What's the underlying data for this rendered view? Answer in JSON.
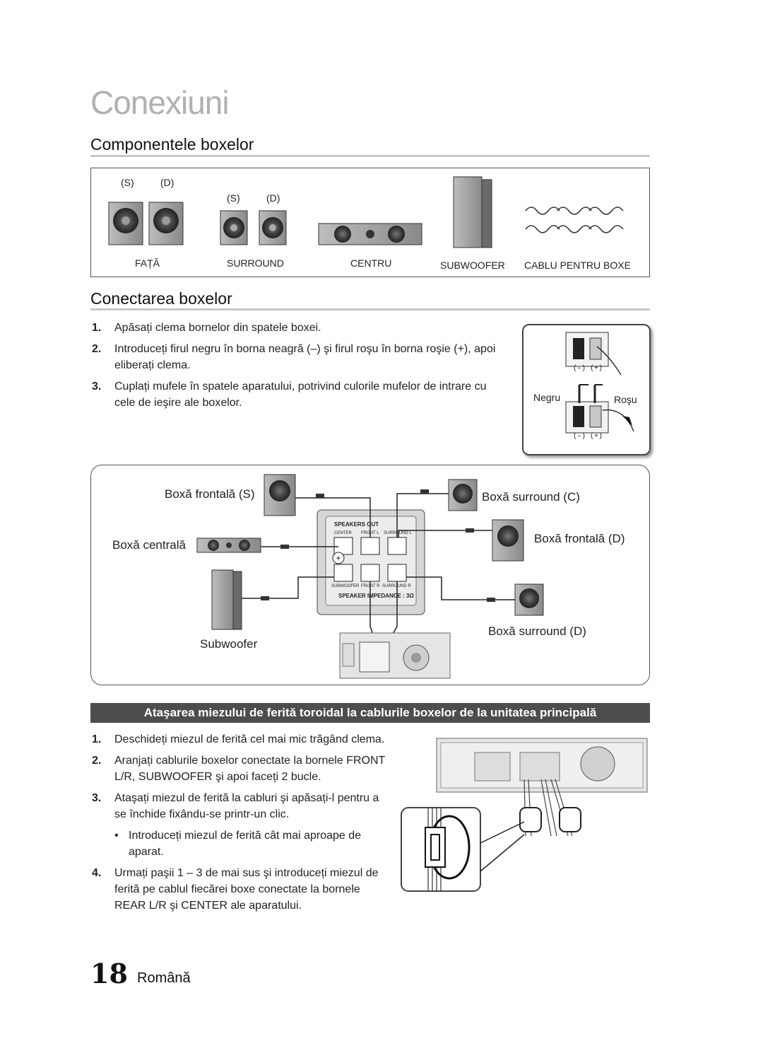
{
  "page": {
    "title": "Conexiuni",
    "page_number": "18",
    "language": "Română"
  },
  "components_section": {
    "title": "Componentele boxelor",
    "front": {
      "left": "(S)",
      "right": "(D)",
      "label": "FAȚĂ"
    },
    "surround": {
      "left": "(S)",
      "right": "(D)",
      "label": "SURROUND"
    },
    "center_label": "CENTRU",
    "subwoofer_label": "SUBWOOFER",
    "cable_label": "CABLU PENTRU BOXE"
  },
  "connect_section": {
    "title": "Conectarea boxelor",
    "steps": [
      {
        "num": "1.",
        "text": "Apăsați clema bornelor din spatele boxei."
      },
      {
        "num": "2.",
        "text": "Introduceți firul negru în borna neagră (–) şi firul roşu în borna roşie (+), apoi eliberați clema."
      },
      {
        "num": "3.",
        "text": "Cuplați mufele în spatele aparatului, potrivind culorile mufelor de intrare cu cele de ieşire ale boxelor."
      }
    ],
    "terminal": {
      "minus_plus_top": "(–) (+)",
      "minus_plus_bottom": "(–) (+)",
      "black_label": "Negru",
      "red_label": "Roşu"
    }
  },
  "diagram": {
    "front_left": "Boxă frontală (S)",
    "surround_left": "Boxă surround (C)",
    "center": "Boxă centrală",
    "front_right": "Boxă frontală (D)",
    "subwoofer": "Subwoofer",
    "surround_right": "Boxă surround (D)",
    "panel_title": "SPEAKERS OUT",
    "port_center": "CENTER",
    "port_front_l": "FRONT L",
    "port_surround_l": "SURROUND L",
    "port_subwoofer": "SUBWOOFER",
    "port_front_r": "FRONT R",
    "port_surround_r": "SURROUND R",
    "impedance": "SPEAKER IMPEDANCE : 3Ω"
  },
  "ferrite_section": {
    "title": "Ataşarea miezului de ferită toroidal la cablurile boxelor de la unitatea principală",
    "steps": [
      {
        "num": "1.",
        "text": "Deschideți miezul de ferită cel mai mic trăgând clema."
      },
      {
        "num": "2.",
        "text": "Aranjați cablurile boxelor conectate la bornele FRONT L/R, SUBWOOFER şi apoi faceți 2 bucle."
      },
      {
        "num": "3.",
        "text": "Ataşați miezul de ferită la cabluri şi apăsați-l pentru a se închide fixându-se printr-un clic."
      }
    ],
    "bullet": "Introduceți miezul de ferită cât mai aproape de aparat.",
    "step4": {
      "num": "4.",
      "text": "Urmați paşii 1 – 3 de mai sus şi introduceți miezul de ferită pe cablul fiecărei boxe conectate la bornele REAR L/R şi CENTER ale aparatului."
    }
  }
}
